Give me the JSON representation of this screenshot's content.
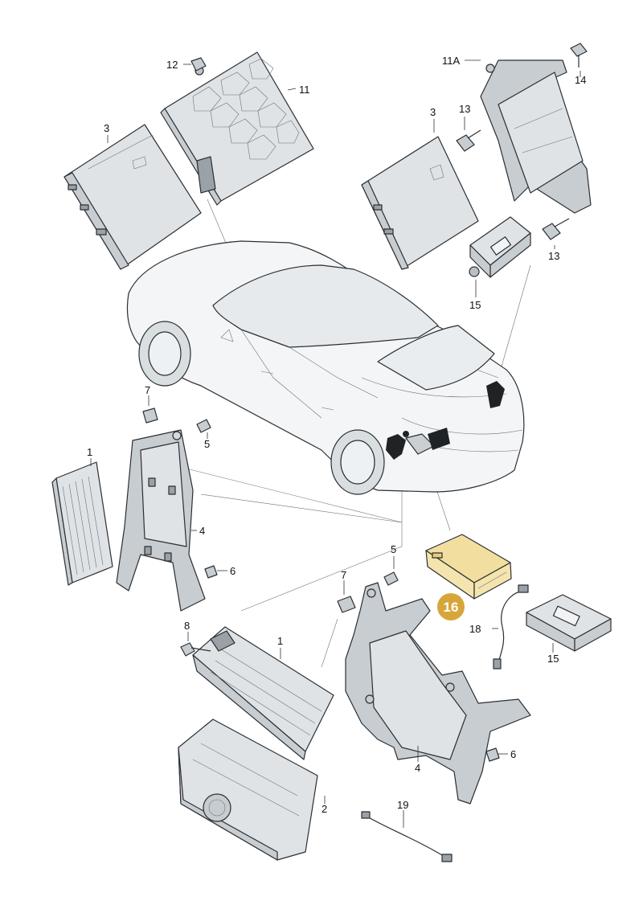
{
  "labels": {
    "l1a": "1",
    "l1b": "1",
    "l2": "2",
    "l3a": "3",
    "l3b": "3",
    "l4a": "4",
    "l4b": "4",
    "l5a": "5",
    "l5b": "5",
    "l6a": "6",
    "l6b": "6",
    "l7a": "7",
    "l7b": "7",
    "l8": "8",
    "l11": "11",
    "l11a": "11A",
    "l12": "12",
    "l13a": "13",
    "l13b": "13",
    "l14": "14",
    "l15a": "15",
    "l15b": "15",
    "l16": "16",
    "l18": "18",
    "l19": "19"
  },
  "colors": {
    "highlight_fill": "#f2dfa0",
    "highlight_stroke": "#d8a93a",
    "callout": "#d7a63a"
  }
}
